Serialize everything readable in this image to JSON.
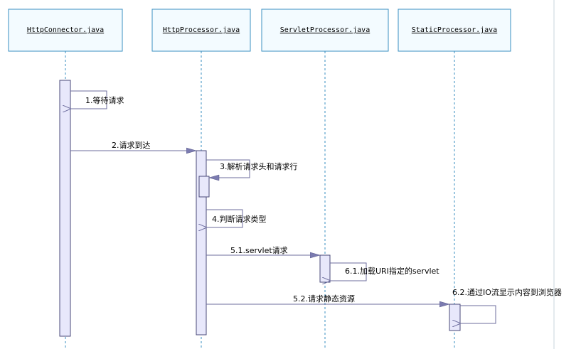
{
  "lifelines": [
    {
      "id": "connector",
      "label": "HttpConnector.java"
    },
    {
      "id": "processor",
      "label": "HttpProcessor.java"
    },
    {
      "id": "servlet",
      "label": "ServletProcessor.java"
    },
    {
      "id": "static",
      "label": "StaticProcessor.java"
    }
  ],
  "messages": [
    {
      "id": "m1",
      "label": "1.等待请求",
      "kind": "self"
    },
    {
      "id": "m2",
      "label": "2.请求到达",
      "kind": "call"
    },
    {
      "id": "m3",
      "label": "3.解析请求头和请求行",
      "kind": "self"
    },
    {
      "id": "m4",
      "label": "4.判断请求类型",
      "kind": "self"
    },
    {
      "id": "m5",
      "label": "5.1.servlet请求",
      "kind": "call"
    },
    {
      "id": "m6",
      "label": "6.1.加载URI指定的servlet",
      "kind": "self"
    },
    {
      "id": "m7",
      "label": "5.2.请求静态资源",
      "kind": "call"
    },
    {
      "id": "m8",
      "label": "6.2.通过IO流显示内容到浏览器",
      "kind": "self"
    }
  ]
}
